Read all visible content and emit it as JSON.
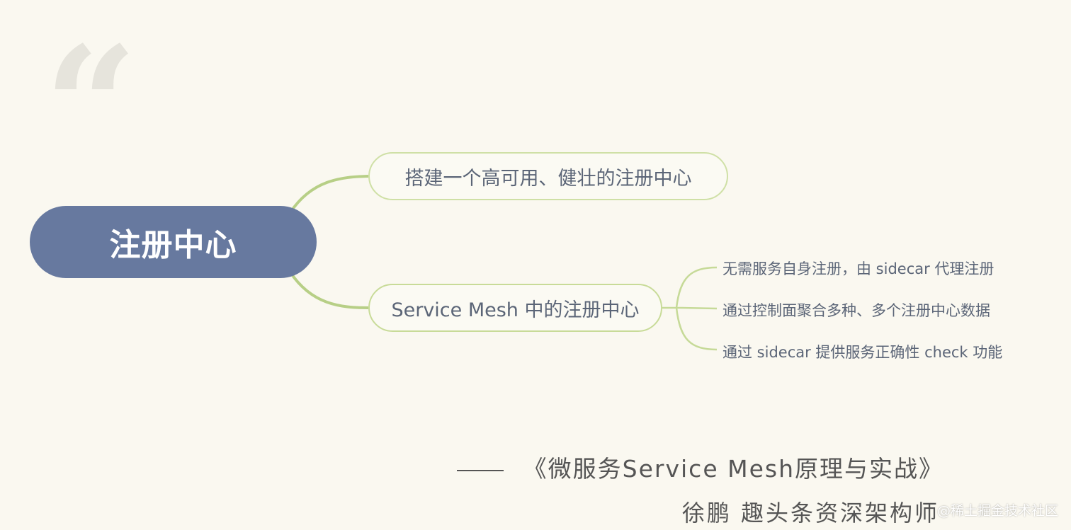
{
  "quote_mark": "“",
  "root": {
    "label": "注册中心"
  },
  "branches": [
    {
      "label": "搭建一个高可用、健壮的注册中心"
    },
    {
      "label": "Service Mesh 中的注册中心"
    }
  ],
  "leaves": [
    {
      "label": "无需服务自身注册，由 sidecar 代理注册"
    },
    {
      "label": "通过控制面聚合多种、多个注册中心数据"
    },
    {
      "label": "通过 sidecar 提供服务正确性 check 功能"
    }
  ],
  "citation": "《微服务Service Mesh原理与实战》",
  "author": "徐鹏 趣头条资深架构师",
  "watermark": "@稀土掘金技术社区",
  "colors": {
    "root": "#67799f",
    "branch_border": "#cfe0a6",
    "link": "#b7cf86",
    "background": "#faf8f0"
  }
}
